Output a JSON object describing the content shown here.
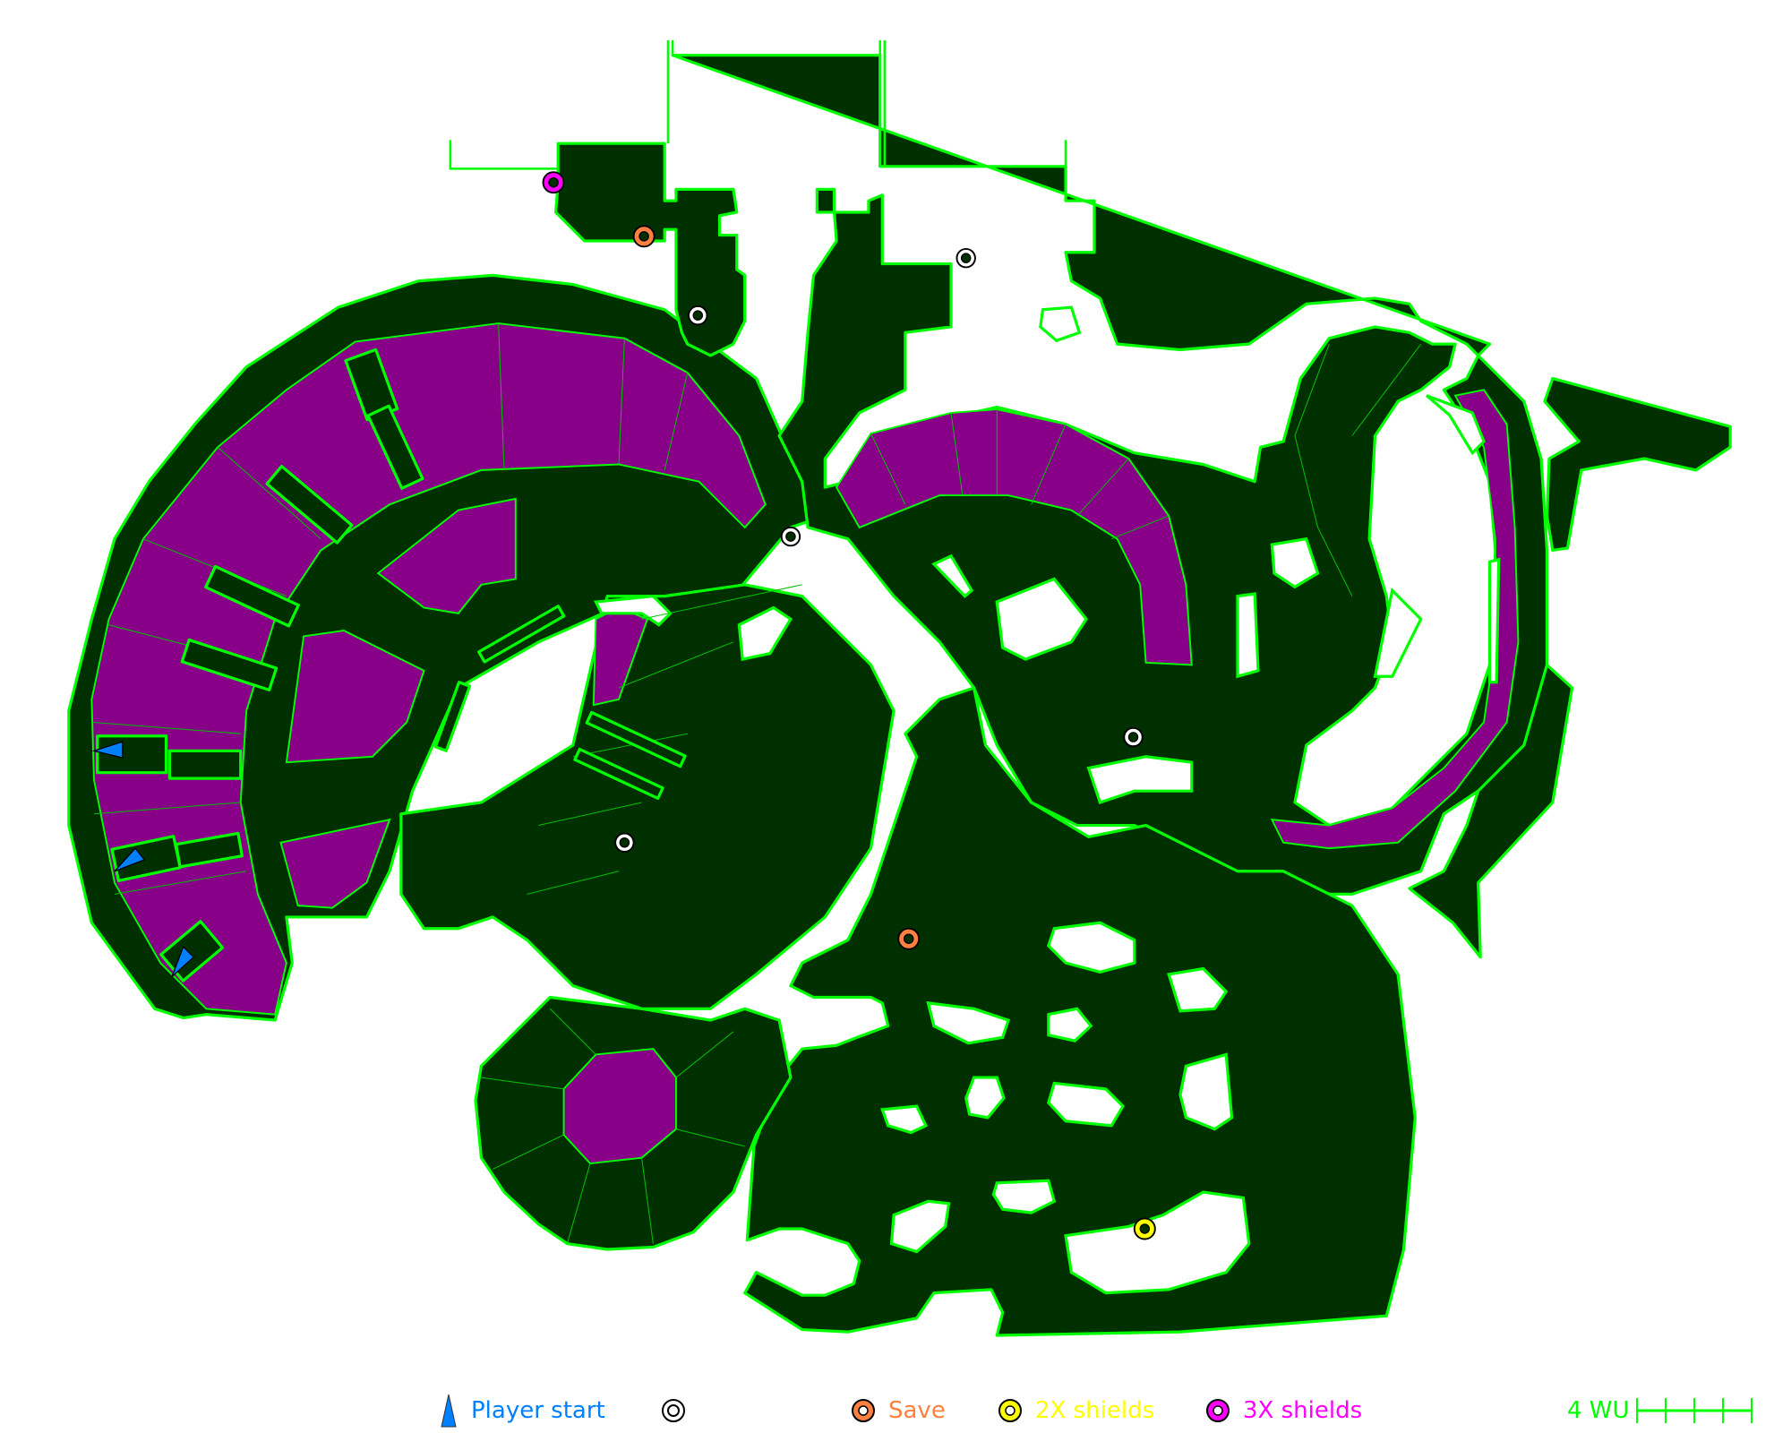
{
  "legend": {
    "player_start": {
      "label": "Player start",
      "color": "#0080ff",
      "icon": "triangle-marker-icon"
    },
    "generic_item": {
      "label": "",
      "icon": "white-ring-marker-icon"
    },
    "save": {
      "label": "Save",
      "color": "#ff8040",
      "icon": "orange-ring-marker-icon"
    },
    "shields_2x": {
      "label": "2X shields",
      "color": "#ffff00",
      "icon": "yellow-ring-marker-icon"
    },
    "shields_3x": {
      "label": "3X shields",
      "color": "#ff00ff",
      "icon": "magenta-ring-marker-icon"
    },
    "scale": {
      "label": "4 WU",
      "color": "#00ff00",
      "ticks": 4
    }
  },
  "colors": {
    "floor": "#003000",
    "edge": "#00ff00",
    "liquid": "#880088"
  }
}
